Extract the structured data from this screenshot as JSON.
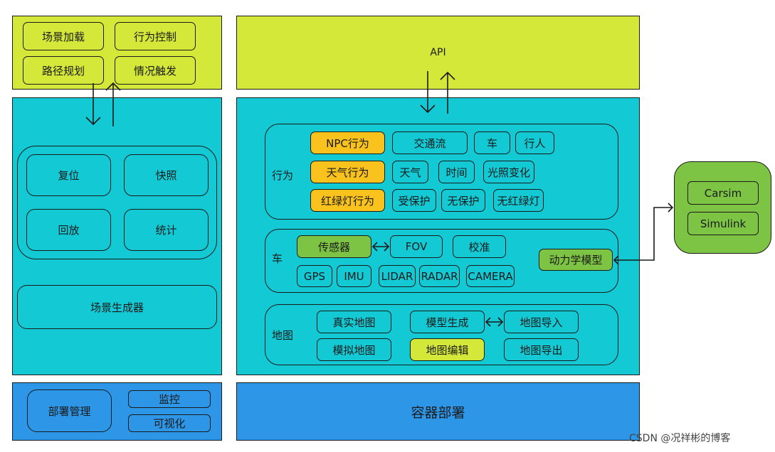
{
  "top_left": {
    "scene_load": "场景加载",
    "behavior_control": "行为控制",
    "path_planning": "路径规划",
    "situation_trigger": "情况触发"
  },
  "left": {
    "reset": "复位",
    "snapshot": "快照",
    "playback": "回放",
    "statistics": "统计",
    "scene_generator": "场景生成器"
  },
  "bottom_left": {
    "deploy_manage": "部署管理",
    "monitor": "监控",
    "visualize": "可视化"
  },
  "api": {
    "label": "API"
  },
  "behavior": {
    "label": "行为",
    "npc_behavior": "NPC行为",
    "traffic_flow": "交通流",
    "car": "车",
    "pedestrian": "行人",
    "weather_behavior": "天气行为",
    "weather": "天气",
    "time": "时间",
    "lighting_change": "光照变化",
    "traffic_light_behavior": "红绿灯行为",
    "protected": "受保护",
    "unprotected": "无保护",
    "no_traffic_light": "无红绿灯"
  },
  "vehicle": {
    "label": "车",
    "sensor": "传感器",
    "fov": "FOV",
    "calibration": "校准",
    "gps": "GPS",
    "imu": "IMU",
    "lidar": "LIDAR",
    "radar": "RADAR",
    "camera": "CAMERA",
    "dynamics_model": "动力学模型"
  },
  "map": {
    "label": "地图",
    "real_map": "真实地图",
    "model_generate": "模型生成",
    "map_import": "地图导入",
    "sim_map": "模拟地图",
    "map_edit": "地图编辑",
    "map_export": "地图导出"
  },
  "container": {
    "label": "容器部署"
  },
  "external": {
    "carsim": "Carsim",
    "simulink": "Simulink"
  },
  "watermark": "CSDN @况祥彬的博客",
  "colors": {
    "lime": "#d4e83a",
    "cyan": "#13c9d4",
    "blue": "#2e96e6",
    "orange": "#f9c21c",
    "green": "#7dc444"
  }
}
